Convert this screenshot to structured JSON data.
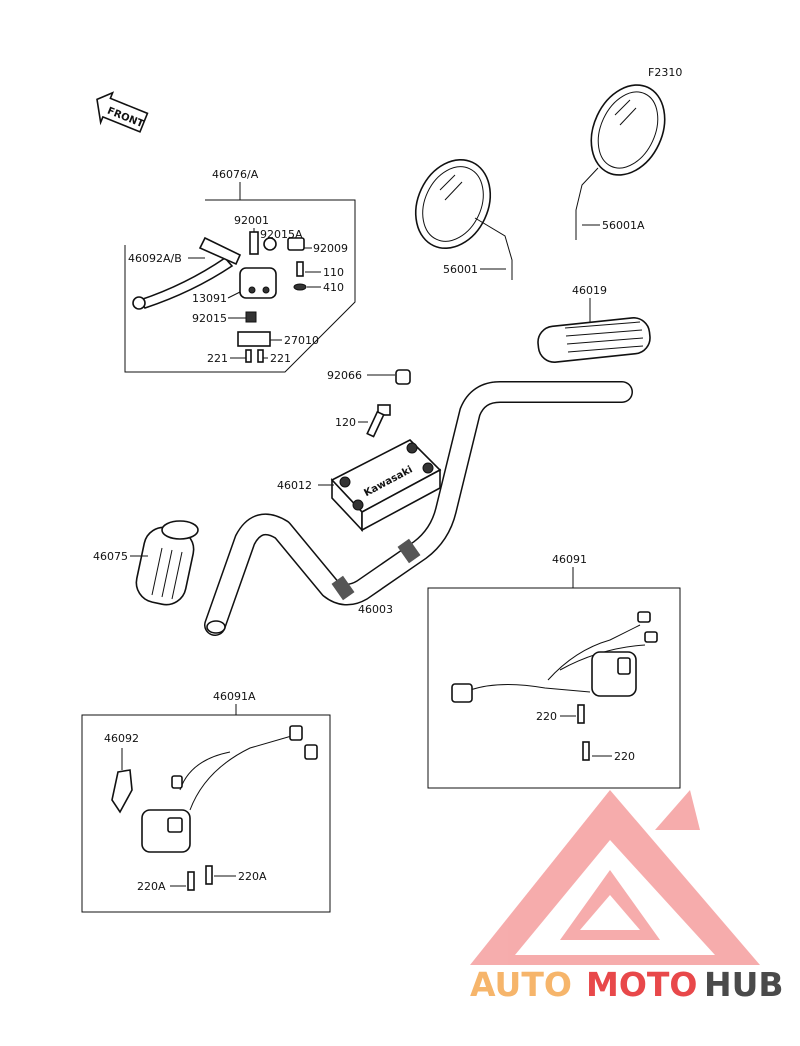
{
  "page_code": "F2310",
  "front_label": "FRONT",
  "mirror_brand": "Kawasaki",
  "parts": {
    "p46076A": "46076/A",
    "p92001": "92001",
    "p92015A": "92015A",
    "p92009": "92009",
    "p46092AB": "46092A/B",
    "p110": "110",
    "p410": "410",
    "p13091": "13091",
    "p92015": "92015",
    "p27010": "27010",
    "p221a": "221",
    "p221b": "221",
    "p56001": "56001",
    "p56001A": "56001A",
    "p46019": "46019",
    "p92066": "92066",
    "p120": "120",
    "p46012": "46012",
    "p46075": "46075",
    "p46003": "46003",
    "p46091": "46091",
    "p220a": "220",
    "p220b": "220",
    "p46091A": "46091A",
    "p46092": "46092",
    "p220Aa": "220A",
    "p220Ab": "220A"
  },
  "watermark": {
    "part1": "AUTO",
    "part2": "MOTO",
    "part3": "HUB",
    "color_light": "#f6b56b",
    "color_red": "#e8484a",
    "color_dark": "#4a4a4a"
  }
}
